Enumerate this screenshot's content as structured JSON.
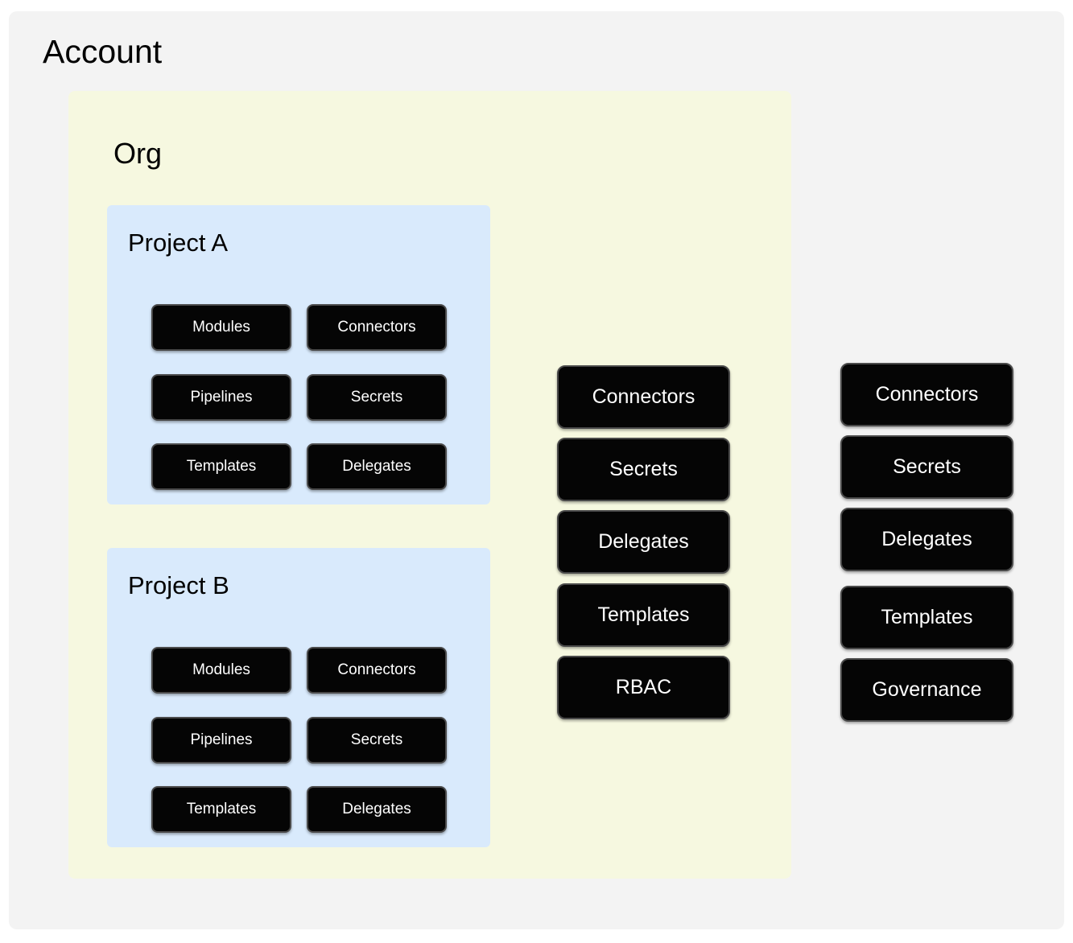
{
  "diagram": {
    "type": "nested-scope-hierarchy",
    "colors": {
      "account_background": "#f3f3f3",
      "org_background": "#f6f8e0",
      "project_background": "#d9eafc",
      "chip_background": "#050505",
      "chip_border": "#4a4a4a",
      "chip_text": "#ffffff",
      "title_text": "#000000",
      "page_background": "#ffffff"
    }
  },
  "account": {
    "title": "Account",
    "resources": [
      {
        "label": "Connectors"
      },
      {
        "label": "Secrets"
      },
      {
        "label": "Delegates"
      },
      {
        "label": "Templates"
      },
      {
        "label": "Governance"
      }
    ]
  },
  "org": {
    "title": "Org",
    "resources": [
      {
        "label": "Connectors"
      },
      {
        "label": "Secrets"
      },
      {
        "label": "Delegates"
      },
      {
        "label": "Templates"
      },
      {
        "label": "RBAC"
      }
    ]
  },
  "projects": [
    {
      "title": "Project A",
      "resources": [
        {
          "label": "Modules"
        },
        {
          "label": "Connectors"
        },
        {
          "label": "Pipelines"
        },
        {
          "label": "Secrets"
        },
        {
          "label": "Templates"
        },
        {
          "label": "Delegates"
        }
      ]
    },
    {
      "title": "Project B",
      "resources": [
        {
          "label": "Modules"
        },
        {
          "label": "Connectors"
        },
        {
          "label": "Pipelines"
        },
        {
          "label": "Secrets"
        },
        {
          "label": "Templates"
        },
        {
          "label": "Delegates"
        }
      ]
    }
  ]
}
